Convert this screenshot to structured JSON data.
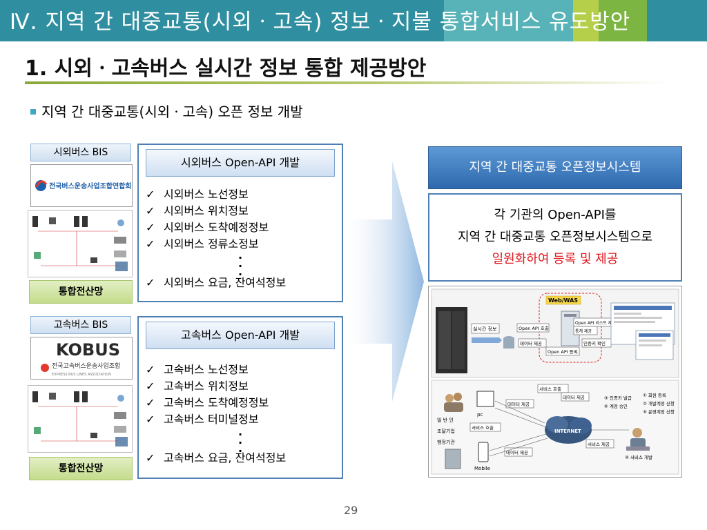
{
  "header": {
    "title": "Ⅳ. 지역 간 대중교통(시외ㆍ고속) 정보ㆍ지불 통합서비스 유도방안",
    "colors": {
      "band": "#2f8fa0",
      "band_light": "#58b3b8",
      "accent_lime": "#b5cf4b",
      "accent_green": "#7cb541"
    }
  },
  "section": {
    "title": "1. 시외ㆍ고속버스 실시간 정보 통합 제공방안",
    "bullet": "지역 간 대중교통(시외ㆍ고속) 오픈 정보 개발"
  },
  "intercity": {
    "source_title": "시외버스 BIS",
    "logo_text": "전국버스운송사업조합연합회",
    "network": "통합전산망",
    "api_title": "시외버스 Open-API 개발",
    "items": [
      "시외버스 노선정보",
      "시외버스 위치정보",
      "시외버스 도착예정정보",
      "시외버스 정류소정보"
    ],
    "last_item": "시외버스 요금, 잔여석정보"
  },
  "express": {
    "source_title": "고속버스 BIS",
    "logo_main": "KOBUS",
    "logo_text": "전국고속버스운송사업조합",
    "logo_sub": "EXPRESS BUS LINES ASSOCIATION",
    "network": "통합전산망",
    "api_title": "고속버스 Open-API 개발",
    "items": [
      "고속버스 노선정보",
      "고속버스 위치정보",
      "고속버스 도착예정정보",
      "고속버스 터미널정보"
    ],
    "last_item": "고속버스 요금, 잔여석정보"
  },
  "system": {
    "title": "지역 간 대중교통 오픈정보시스템",
    "desc_line1": "각 기관의 Open-API를",
    "desc_line2": "지역 간 대중교통 오픈정보시스템으로",
    "desc_line3": "일원화하여 등록 및 제공"
  },
  "diagram": {
    "web_was": "Web/WAS",
    "realtime": "실시간 정보",
    "api_call": "Open API 호출",
    "data_provide": "데이터 제공",
    "api_register": "Open API 등록",
    "api_list": "Open API 리스트 제공",
    "stats": "통계 제공",
    "auth_check": "인증키 확인",
    "service_call": "서비스 호출",
    "data_provide2": "데이터 제공",
    "pc": "pc",
    "mobile": "Mobile",
    "user1": "일 반 인",
    "user2": "조달기업",
    "user3": "행정기관",
    "service_call2": "서비스 호출",
    "data_provide3": "데이터 제공",
    "data_provide4": "데이터 제공",
    "internet": "INTERNET",
    "service_provide": "서비스 제공",
    "step3": "③ 인증키 발급",
    "step6": "⑥ 계정 승인",
    "step1": "① 회원 등록",
    "step2": "② 개발계정 신청",
    "step5": "⑤ 운영계정 신청",
    "step4": "④ 서비스 개발"
  },
  "page_number": "29"
}
